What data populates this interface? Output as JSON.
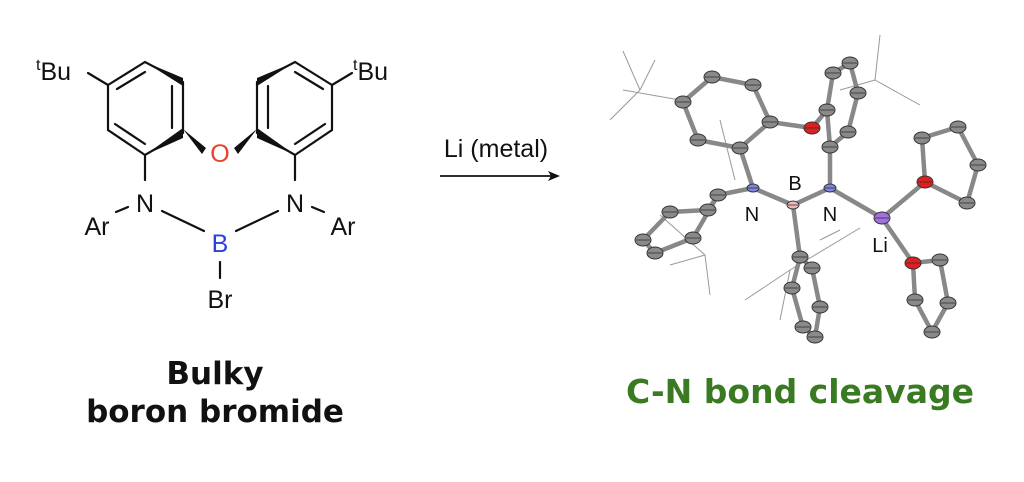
{
  "reactant": {
    "tbu_superscript": "t",
    "tbu": "Bu",
    "oxygen": "O",
    "nitrogen": "N",
    "aryl": "Ar",
    "boron": "B",
    "bromine": "Br",
    "caption_line1": "Bulky",
    "caption_line2": "boron bromide"
  },
  "arrow": {
    "reagent": "Li (metal)"
  },
  "product": {
    "atom_labels": {
      "n_left": "N",
      "boron": "B",
      "n_right": "N",
      "lithium": "Li"
    },
    "caption": "C-N bond cleavage",
    "caption_color": "#3a7a22"
  },
  "colors": {
    "oxygen": "#e8402a",
    "boron": "#2b3fe8",
    "ortep_carbon": "#8a8a8a",
    "ortep_nitrogen": "#7f86e0",
    "ortep_boron": "#f0b8b8",
    "ortep_lithium": "#a070e0",
    "ortep_oxygen": "#e02020"
  }
}
